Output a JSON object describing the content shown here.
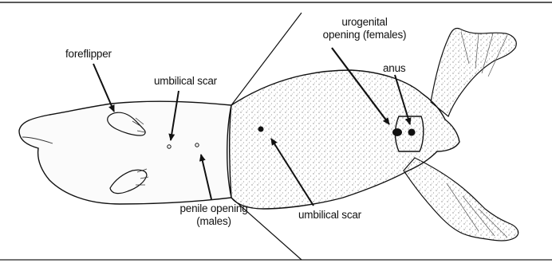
{
  "labels": {
    "foreflipper": "foreflipper",
    "umbilical_scar_ventral": "umbilical scar",
    "penile_opening_line1": "penile opening",
    "penile_opening_line2": "(males)",
    "urogenital_line1": "urogenital",
    "urogenital_line2": "opening (females)",
    "anus": "anus",
    "umbilical_scar_dorsal": "umbilical scar"
  },
  "colors": {
    "ink": "#111111",
    "body_fill": "#fbfbfb",
    "stipple": "#8a8a8a",
    "frame": "#222222"
  }
}
